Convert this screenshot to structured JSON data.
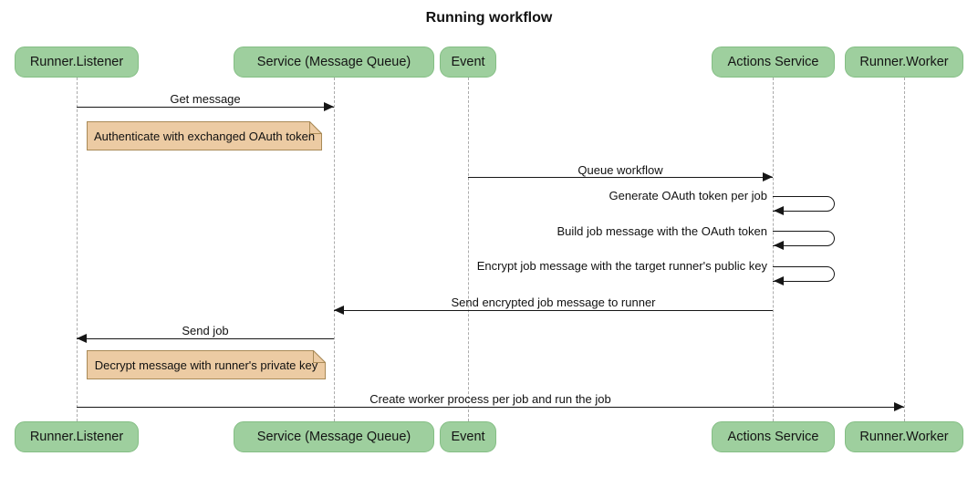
{
  "title": "Running workflow",
  "actors": [
    {
      "name": "Runner.Listener"
    },
    {
      "name": "Service (Message Queue)"
    },
    {
      "name": "Event"
    },
    {
      "name": "Actions Service"
    },
    {
      "name": "Runner.Worker"
    }
  ],
  "messages": [
    {
      "label": "Get message",
      "from": "Runner.Listener",
      "to": "Service (Message Queue)"
    },
    {
      "label": "Queue workflow",
      "from": "Event",
      "to": "Actions Service"
    },
    {
      "label": "Generate OAuth token per job",
      "from": "Actions Service",
      "to": "Actions Service"
    },
    {
      "label": "Build job message with the OAuth token",
      "from": "Actions Service",
      "to": "Actions Service"
    },
    {
      "label": "Encrypt job message with the target runner's public key",
      "from": "Actions Service",
      "to": "Actions Service"
    },
    {
      "label": "Send encrypted job message to runner",
      "from": "Actions Service",
      "to": "Service (Message Queue)"
    },
    {
      "label": "Send job",
      "from": "Service (Message Queue)",
      "to": "Runner.Listener"
    },
    {
      "label": "Create worker process per job and run the job",
      "from": "Runner.Listener",
      "to": "Runner.Worker"
    }
  ],
  "notes": [
    {
      "text": "Authenticate with exchanged OAuth token"
    },
    {
      "text": "Decrypt message with runner's private key"
    }
  ],
  "colors": {
    "actor_fill": "#9ECF9E",
    "actor_border": "#84BE84",
    "note_fill": "#ECCBA3",
    "note_border": "#A98A57",
    "line": "#161616",
    "lifeline": "#ABABAB",
    "text": "#111111",
    "background": "#FFFFFF"
  }
}
